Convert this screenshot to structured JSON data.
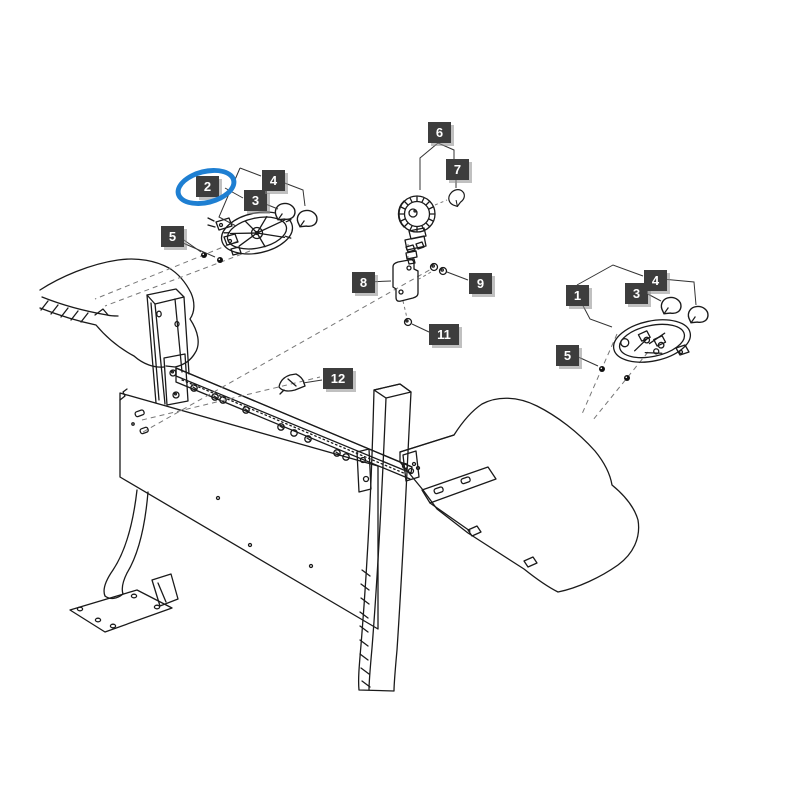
{
  "diagram": {
    "kind": "exploded-parts-diagram",
    "background_color": "#ffffff",
    "line_color": "#1a1a1a",
    "label_bg_color": "#3d3d3d",
    "label_text_color": "#ffffff",
    "highlight": {
      "circled_callout": "2",
      "color": "#1e7fd2"
    },
    "callouts": {
      "left_lamp_2": "2",
      "left_lamp_3": "3",
      "left_lamp_4": "4",
      "left_lamp_5": "5",
      "work_lamp_6": "6",
      "work_lamp_7": "7",
      "bracket_8": "8",
      "nuts_9": "9",
      "bolt_11": "11",
      "clip_12": "12",
      "right_lamp_1": "1",
      "right_lamp_3": "3",
      "right_lamp_4": "4",
      "right_lamp_5": "5"
    }
  }
}
